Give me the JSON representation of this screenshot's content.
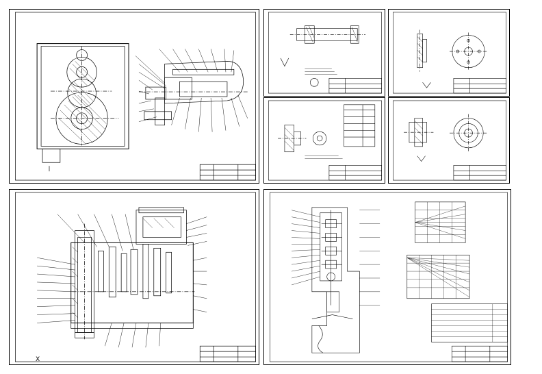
{
  "canvas": {
    "background": "#ffffff",
    "stroke": "#000000"
  },
  "sheets": [
    {
      "id": "gear-drive-view",
      "type": "drawing"
    },
    {
      "id": "shaft-detail",
      "type": "drawing"
    },
    {
      "id": "flange-detail",
      "type": "drawing"
    },
    {
      "id": "bushing-detail",
      "type": "drawing"
    },
    {
      "id": "cover-detail",
      "type": "drawing"
    },
    {
      "id": "gearbox-section",
      "type": "drawing"
    },
    {
      "id": "kinematic-scheme",
      "type": "drawing"
    }
  ],
  "corner_marker": "X"
}
